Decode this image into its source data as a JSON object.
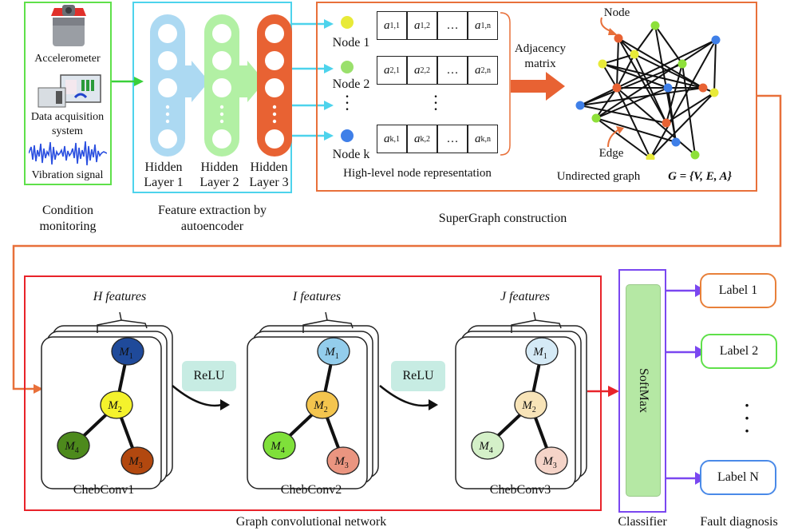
{
  "condition_monitoring": {
    "items": [
      "Accelerometer",
      "Data acquisition system",
      "Vibration signal"
    ],
    "caption_line1": "Condition",
    "caption_line2": "monitoring",
    "border_color": "#5fe04a"
  },
  "feature_extraction": {
    "layers": [
      {
        "line1": "Hidden",
        "line2": "Layer 1",
        "color": "#acd9f2"
      },
      {
        "line1": "Hidden",
        "line2": "Layer 2",
        "color": "#b2f0a4"
      },
      {
        "line1": "Hidden",
        "line2": "Layer 3",
        "color": "#e86233"
      }
    ],
    "caption_line1": "Feature extraction by",
    "caption_line2": "autoencoder",
    "border_color": "#4dd3ec"
  },
  "supergraph": {
    "nodes": [
      {
        "label": "Node 1",
        "color": "#e8ea38"
      },
      {
        "label": "Node 2",
        "color": "#9ae06c"
      },
      {
        "label": "Node k",
        "color": "#3f7fe8"
      }
    ],
    "matrix_rows": [
      [
        "a1,1",
        "a1,2",
        "...",
        "a1,n"
      ],
      [
        "a2,1",
        "a2,2",
        "...",
        "a2,n"
      ],
      [
        "ak,1",
        "ak,2",
        "...",
        "ak,n"
      ]
    ],
    "matrix_caption": "High-level node representation",
    "arrow_label_line1": "Adjacency",
    "arrow_label_line2": "matrix",
    "graph_node_label": "Node",
    "graph_edge_label": "Edge",
    "graph_caption": "Undirected graph",
    "graph_formula": "G = {V, E, A}",
    "caption": "SuperGraph construction",
    "border_color": "#e8703a"
  },
  "gcn": {
    "layers": [
      {
        "features": "H features",
        "name": "ChebConv1",
        "node_colors": [
          "#1f4a9a",
          "#f4f22c",
          "#b2480f",
          "#4d8a1c"
        ]
      },
      {
        "features": "I features",
        "name": "ChebConv2",
        "node_colors": [
          "#93cdec",
          "#f4c54e",
          "#ea9580",
          "#7fe03a"
        ]
      },
      {
        "features": "J features",
        "name": "ChebConv3",
        "node_colors": [
          "#d5eaf6",
          "#f8e4b8",
          "#f5d4c8",
          "#d4f0c8"
        ]
      }
    ],
    "node_labels": [
      "M1",
      "M2",
      "M3",
      "M4"
    ],
    "activation": "ReLU",
    "caption": "Graph convolutional network",
    "border_color": "#e8232a"
  },
  "classifier": {
    "label": "SoftMax",
    "caption": "Classifier",
    "border_color": "#7a47f0",
    "fill_color": "#b5e8a4"
  },
  "fault_diagnosis": {
    "labels": [
      {
        "text": "Label 1",
        "color": "#e8803a"
      },
      {
        "text": "Label 2",
        "color": "#5fe04a"
      },
      {
        "text": "Label N",
        "color": "#4a8ae8"
      }
    ],
    "caption": "Fault diagnosis"
  }
}
